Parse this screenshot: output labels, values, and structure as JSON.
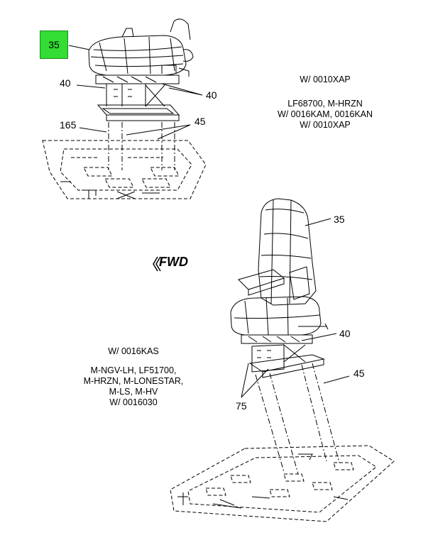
{
  "callouts": {
    "highlighted": "35",
    "top_40_left": "40",
    "top_40_right": "40",
    "top_165": "165",
    "top_45": "45",
    "bottom_35": "35",
    "bottom_40": "40",
    "bottom_45": "45",
    "bottom_75": "75"
  },
  "notes": {
    "top_right_1": "W/ 0010XAP",
    "top_right_2": [
      "LF68700, M-HRZN",
      "W/ 0016KAM, 0016KAN",
      "W/ 0010XAP"
    ],
    "bottom_left_1": "W/ 0016KAS",
    "bottom_left_2": [
      "M-NGV-LH, LF51700,",
      "M-HRZN, M-LONESTAR,",
      "M-LS, M-HV",
      "W/ 0016030"
    ]
  },
  "fwd_label": "FWD",
  "highlight_color": "#33dd33"
}
